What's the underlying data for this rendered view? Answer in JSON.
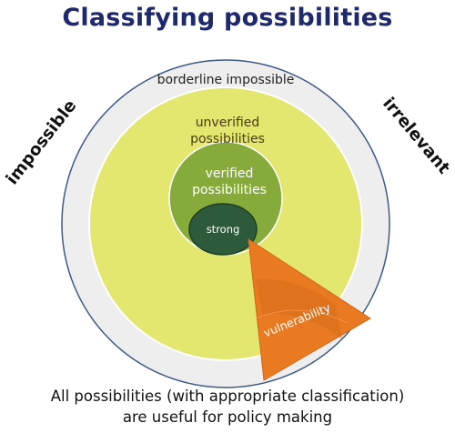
{
  "title": "Classifying possibilities",
  "regions": {
    "outer_left": "impossible",
    "outer_right": "irrelevant",
    "borderline": "borderline impossible",
    "unverified_line1": "unverified",
    "unverified_line2": "possibilities",
    "verified_line1": "verified",
    "verified_line2": "possibilities",
    "strong": "strong",
    "vulnerability": "vulnerability"
  },
  "colors": {
    "title": "#1f2a6e",
    "borderline_ring": "#eeeeee",
    "unverified": "#e3e66f",
    "verified": "#86ab3a",
    "strong": "#2e5a3c",
    "vulnerability": "#ea7a22"
  },
  "caption": {
    "line1": "All possibilities (with appropriate classification)",
    "line2": "are useful for policy making"
  }
}
